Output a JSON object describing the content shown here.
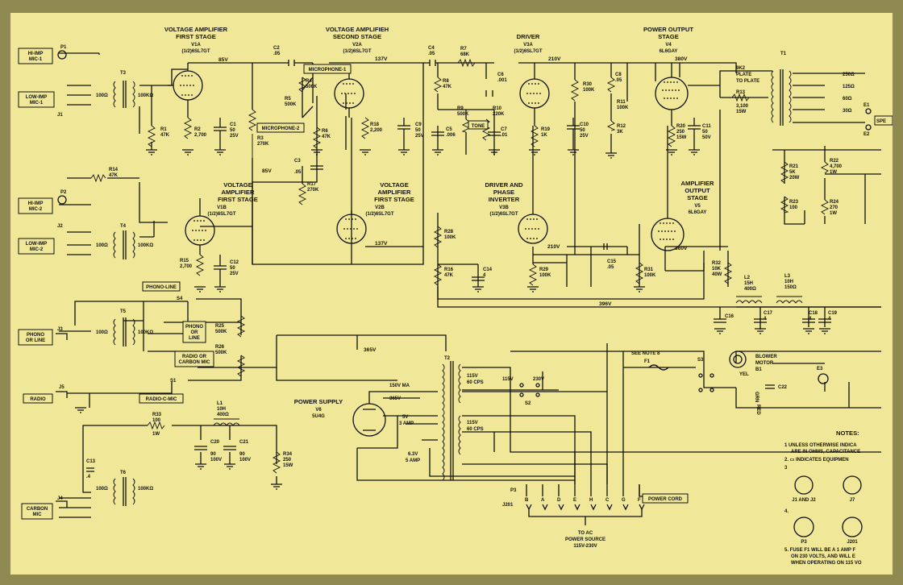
{
  "colors": {
    "frame": "#8e8a52",
    "paper": "#f0e799",
    "ink": "#111111"
  },
  "stage_titles": [
    {
      "id": "v1a",
      "lines": [
        "VOLTAGE AMPLIFIER",
        "FIRST STAGE",
        "V1A",
        "(1/2)6SL7GT"
      ]
    },
    {
      "id": "v2a",
      "lines": [
        "VOLTAGE AMPLIFIEH",
        "SECOND STAGE",
        "V2A",
        "(1/2)6SL7GT"
      ]
    },
    {
      "id": "v3a",
      "lines": [
        "DRIVER",
        "V3A",
        "(1/2)6SL7GT"
      ]
    },
    {
      "id": "v4",
      "lines": [
        "POWER OUTPUT",
        "STAGE",
        "V4",
        "6L6GAY"
      ]
    },
    {
      "id": "v1b",
      "lines": [
        "VOLTAGE",
        "AMPLIFIER",
        "FIRST STAGE",
        "V1B",
        "(1/2)6SL7GT"
      ]
    },
    {
      "id": "v2b",
      "lines": [
        "VOLTAGE",
        "AMPLIFIER",
        "FIRST STAGE",
        "V2B",
        "(1/2)6SL7GT"
      ]
    },
    {
      "id": "v3b",
      "lines": [
        "DRIVER AND",
        "PHASE",
        "INVERTER",
        "V3B",
        "(1/2)6SL7GT"
      ]
    },
    {
      "id": "v5",
      "lines": [
        "AMPLIFIER",
        "OUTPUT",
        "STAGE",
        "V5",
        "6L6GAY"
      ]
    },
    {
      "id": "v6",
      "lines": [
        "POWER SUPPLY",
        "V6",
        "5U4G"
      ]
    }
  ],
  "boxed_labels": {
    "hi_imp_mic1": [
      "HI-IMP",
      "MIC-1"
    ],
    "low_imp_mic1": [
      "LOW-IMP",
      "MIC-1"
    ],
    "hi_imp_mic2": [
      "HI-IMP",
      "MIC-2"
    ],
    "low_imp_mic2": [
      "LOW-IMP",
      "MIC-2"
    ],
    "phono_or_line": [
      "PHONO",
      "OR LINE"
    ],
    "radio": [
      "RADIO"
    ],
    "carbon_mic": [
      "CARBON",
      "MIC"
    ],
    "microphone1": [
      "MICROPHONE-1"
    ],
    "microphone2": [
      "MICROPHONE-2"
    ],
    "tone": [
      "TONE"
    ],
    "phono_line": [
      "PHONO-LINE"
    ],
    "phono_or_line_sw": [
      "PHONO",
      "OR",
      "LINE"
    ],
    "radio_or_carbon": [
      "RADIO OR",
      "CARBON MIC"
    ],
    "radio_c_mic": [
      "RADIO-C-MIC"
    ],
    "power_cord": [
      "POWER CORD"
    ]
  },
  "voltages": {
    "v85a": "85V",
    "v137a": "137V",
    "v210a": "210V",
    "v380a": "380V",
    "v85b": "85V",
    "v137b": "137V",
    "v210b": "210V",
    "v380b": "360V",
    "v396": "396V",
    "v365": "365V"
  },
  "components": {
    "r1": [
      "R1",
      "47K"
    ],
    "r2": [
      "R2",
      "2,700"
    ],
    "c1": [
      "C1",
      "50",
      "25V"
    ],
    "c2": [
      "C2",
      ".05"
    ],
    "r3": [
      "R3",
      "270K"
    ],
    "r4": [
      "R4",
      "500K"
    ],
    "r5": [
      "R5",
      "500K"
    ],
    "r6": [
      "R6",
      "47K"
    ],
    "c3": [
      "C3",
      ".05"
    ],
    "r17": [
      "R17",
      "270K"
    ],
    "r18": [
      "R18",
      "2,200"
    ],
    "c9": [
      "C9",
      "50",
      "25V"
    ],
    "c4": [
      "C4",
      ".05"
    ],
    "r7": [
      "R7",
      "68K"
    ],
    "r8": [
      "R8",
      "47K"
    ],
    "c6": [
      "C6",
      ".001"
    ],
    "r9": [
      "R9",
      "500K"
    ],
    "r10": [
      "R10",
      "220K"
    ],
    "c5": [
      "C5",
      ".006"
    ],
    "c7": [
      "C7",
      ".01"
    ],
    "r19": [
      "R19",
      "1K"
    ],
    "c10": [
      "C10",
      "50",
      "25V"
    ],
    "r30": [
      "R30",
      "100K"
    ],
    "c8": [
      "C8",
      ".05"
    ],
    "r11": [
      "R11",
      "100K"
    ],
    "r12": [
      "R12",
      "3K"
    ],
    "r20": [
      "R20",
      "250",
      "15W"
    ],
    "c11": [
      "C11",
      "50",
      "50V"
    ],
    "r13": [
      "9K2",
      "PLATE",
      "TO PLATE",
      "R13",
      "3,100",
      "15W"
    ],
    "r14": [
      "R14",
      "47K"
    ],
    "r15": [
      "R15",
      "2,700"
    ],
    "c12": [
      "C12",
      "50",
      "25V"
    ],
    "r28": [
      "R28",
      "100K"
    ],
    "r16": [
      "R16",
      "47K"
    ],
    "c14": [
      "C14",
      "4"
    ],
    "r29": [
      "R29",
      "100K"
    ],
    "c15": [
      "C15",
      ".05"
    ],
    "r31": [
      "R31",
      "100K"
    ],
    "r32": [
      "R32",
      "10K",
      "40W"
    ],
    "l2": [
      "L2",
      "15H",
      "400Ω"
    ],
    "l3": [
      "L3",
      "10H",
      "150Ω"
    ],
    "c16": [
      "C16"
    ],
    "c17": [
      "C17",
      "4"
    ],
    "c18": [
      "C18",
      "4"
    ],
    "c19": [
      "C19",
      "4"
    ],
    "r21": [
      "R21",
      "5K",
      "20W"
    ],
    "r23": [
      "R23",
      "100"
    ],
    "r22": [
      "R22",
      "4,700",
      "1W"
    ],
    "r24": [
      "R24",
      "270",
      "1W"
    ],
    "r25": [
      "R25",
      "500K"
    ],
    "r26": [
      "R26",
      "500K"
    ],
    "l1": [
      "L1",
      "10H",
      "400Ω"
    ],
    "c20": [
      "C20",
      "90",
      "100V"
    ],
    "c21": [
      "C21",
      "90",
      "100V"
    ],
    "r34": [
      "R34",
      "250",
      "15W"
    ],
    "r33": [
      "R33",
      "100",
      "1W"
    ],
    "c13": [
      "C13",
      ".4"
    ],
    "c22": [
      "C22"
    ],
    "c23": [
      "C22"
    ]
  },
  "transformers": {
    "t1": "T1",
    "t2": "T2",
    "t3": "T3",
    "t4": "T4",
    "t5": "T5",
    "t6": "T6",
    "ratio_left": "100Ω",
    "ratio_right": "100KΩ",
    "t1_taps": [
      "250Ω",
      "125Ω",
      "60Ω",
      "30Ω"
    ],
    "t2_windings": [
      "150V MA",
      "365V",
      "5V",
      "3 AMP",
      "6.3V",
      "5 AMP",
      "115V",
      "60 CPS",
      "115V",
      "60 CPS"
    ]
  },
  "switches": {
    "s1": "S1",
    "s2": "S2",
    "s3": "S3",
    "s4": "S4",
    "sw115": "115V",
    "sw230": "230V"
  },
  "jacks": {
    "p1": "P1",
    "p2": "P2",
    "j1": "J1",
    "j2": "J2",
    "j3": "J3",
    "j4": "J4",
    "j5": "J5",
    "p3": "P3",
    "j201": "J201",
    "e1": "E1",
    "e2": "E2",
    "e3": "E3",
    "spe": "SPE"
  },
  "plug_pins": [
    "B",
    "A",
    "D",
    "E",
    "H",
    "C",
    "G",
    "F"
  ],
  "power_source": [
    "TO AC",
    "POWER SOURCE",
    "115V-230V"
  ],
  "fuse": {
    "note": "SEE NOTE 8",
    "label": "F1"
  },
  "blower": [
    "BLOWER",
    "MOTOR",
    "B1"
  ],
  "wire_colors": {
    "yel": "YEL",
    "grn": "GRN",
    "red": "RED"
  },
  "notes": {
    "title": "NOTES:",
    "n1": "1  UNLESS OTHERWISE INDICA",
    "n1b": "ARE IN OHMS, CAPACITANCE",
    "n2": "2.  ▭  INDICATES EQUIPMEN",
    "n3": "3",
    "n3cap_a": "J1 AND J2",
    "n3cap_b": "J7",
    "n4": "4.",
    "n4cap_a": "P3",
    "n4cap_b": "J201",
    "n5": "5.  FUSE F1 WILL BE A 1 AMP F",
    "n5b": "ON 230 VOLTS, AND WILL E",
    "n5c": "WHEN OPERATING ON 115 VO"
  }
}
